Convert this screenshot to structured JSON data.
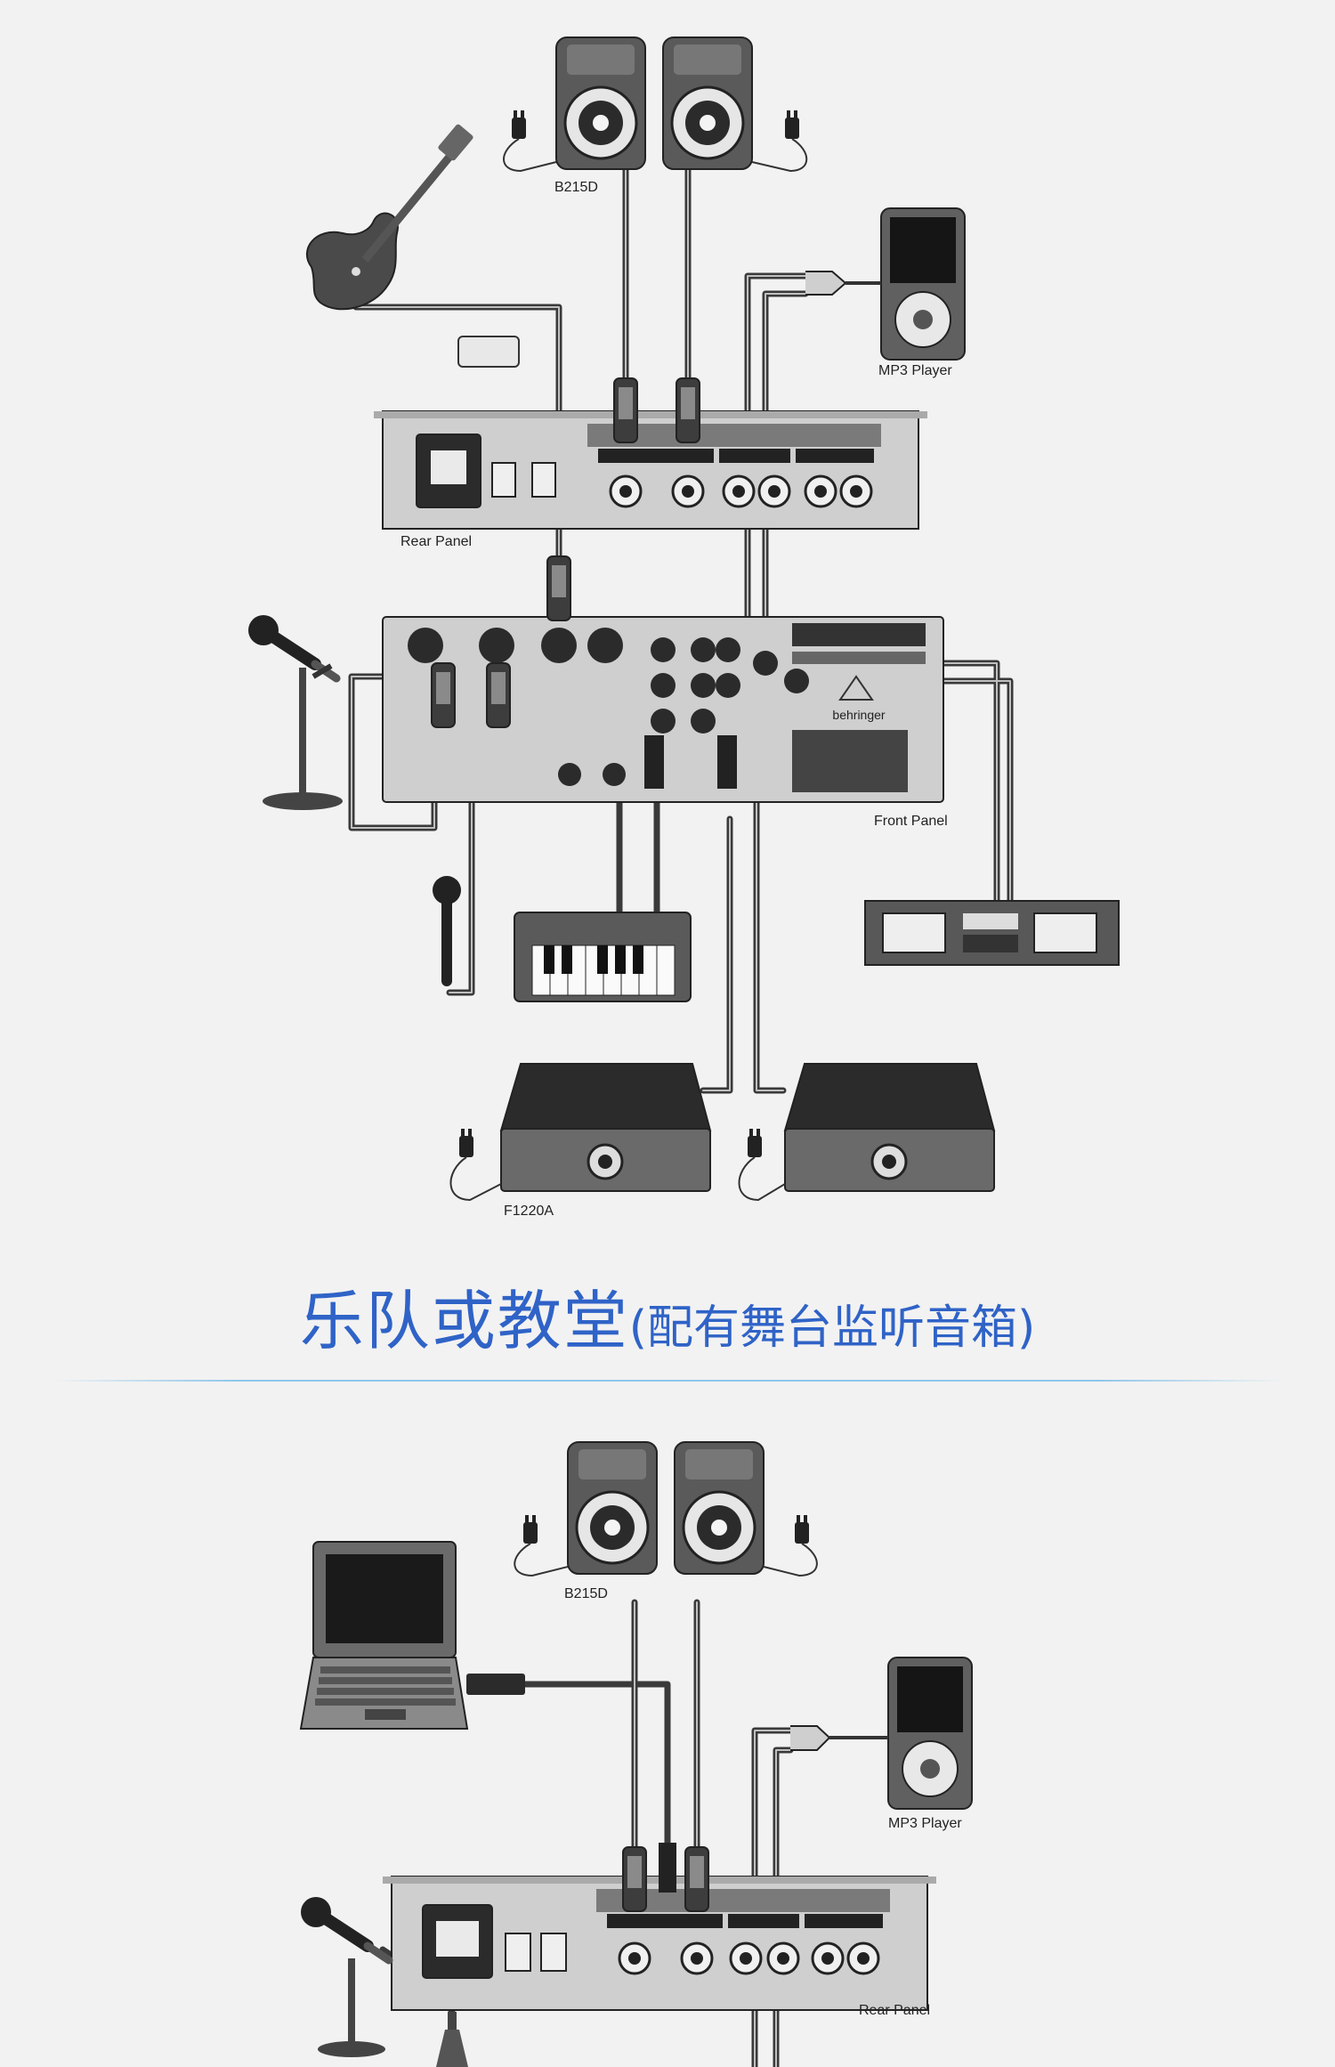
{
  "top_diagram": {
    "speaker_label": "B215D",
    "mp3_label": "MP3 Player",
    "rear_panel_label": "Rear Panel",
    "front_panel_label": "Front Panel",
    "monitor_label": "F1220A",
    "brand_text": "behringer"
  },
  "heading": {
    "main": "乐队或教堂",
    "sub": "(配有舞台监听音箱)"
  },
  "bottom_diagram": {
    "speaker_label": "B215D",
    "mp3_label": "MP3 Player",
    "rear_panel_label": "Rear Panel"
  },
  "colors": {
    "heading": "#2f63c7",
    "divider": "#8ec6ea",
    "device_dark": "#3a3a3a",
    "device_mid": "#8c8c8c",
    "panel_light": "#cfcfcf",
    "background": "#f2f2f2"
  }
}
